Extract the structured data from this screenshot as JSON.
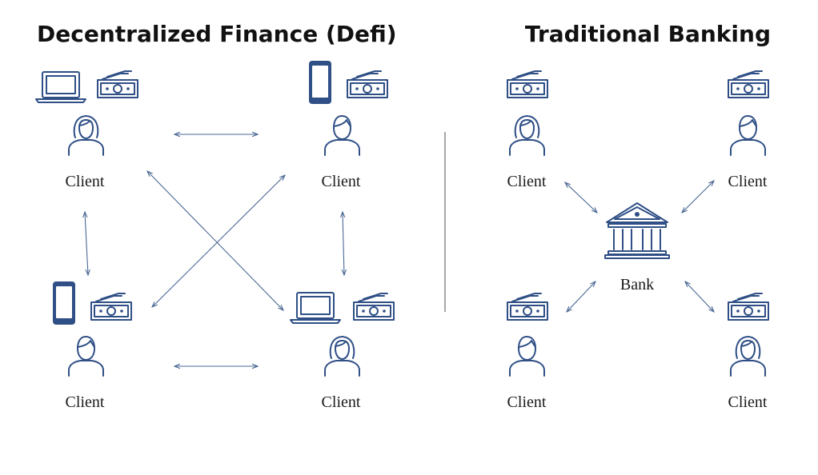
{
  "titles": {
    "defi": "Decentralized Finance (Defi)",
    "traditional": "Traditional Banking"
  },
  "defi": {
    "client_top_left": "Client",
    "client_top_right": "Client",
    "client_bottom_left": "Client",
    "client_bottom_right": "Client"
  },
  "traditional": {
    "client_top_left": "Client",
    "client_top_right": "Client",
    "client_bottom_left": "Client",
    "client_bottom_right": "Client",
    "bank_label": "Bank"
  },
  "colors": {
    "icon": "#2f4f86",
    "arrow": "#4a6894"
  }
}
